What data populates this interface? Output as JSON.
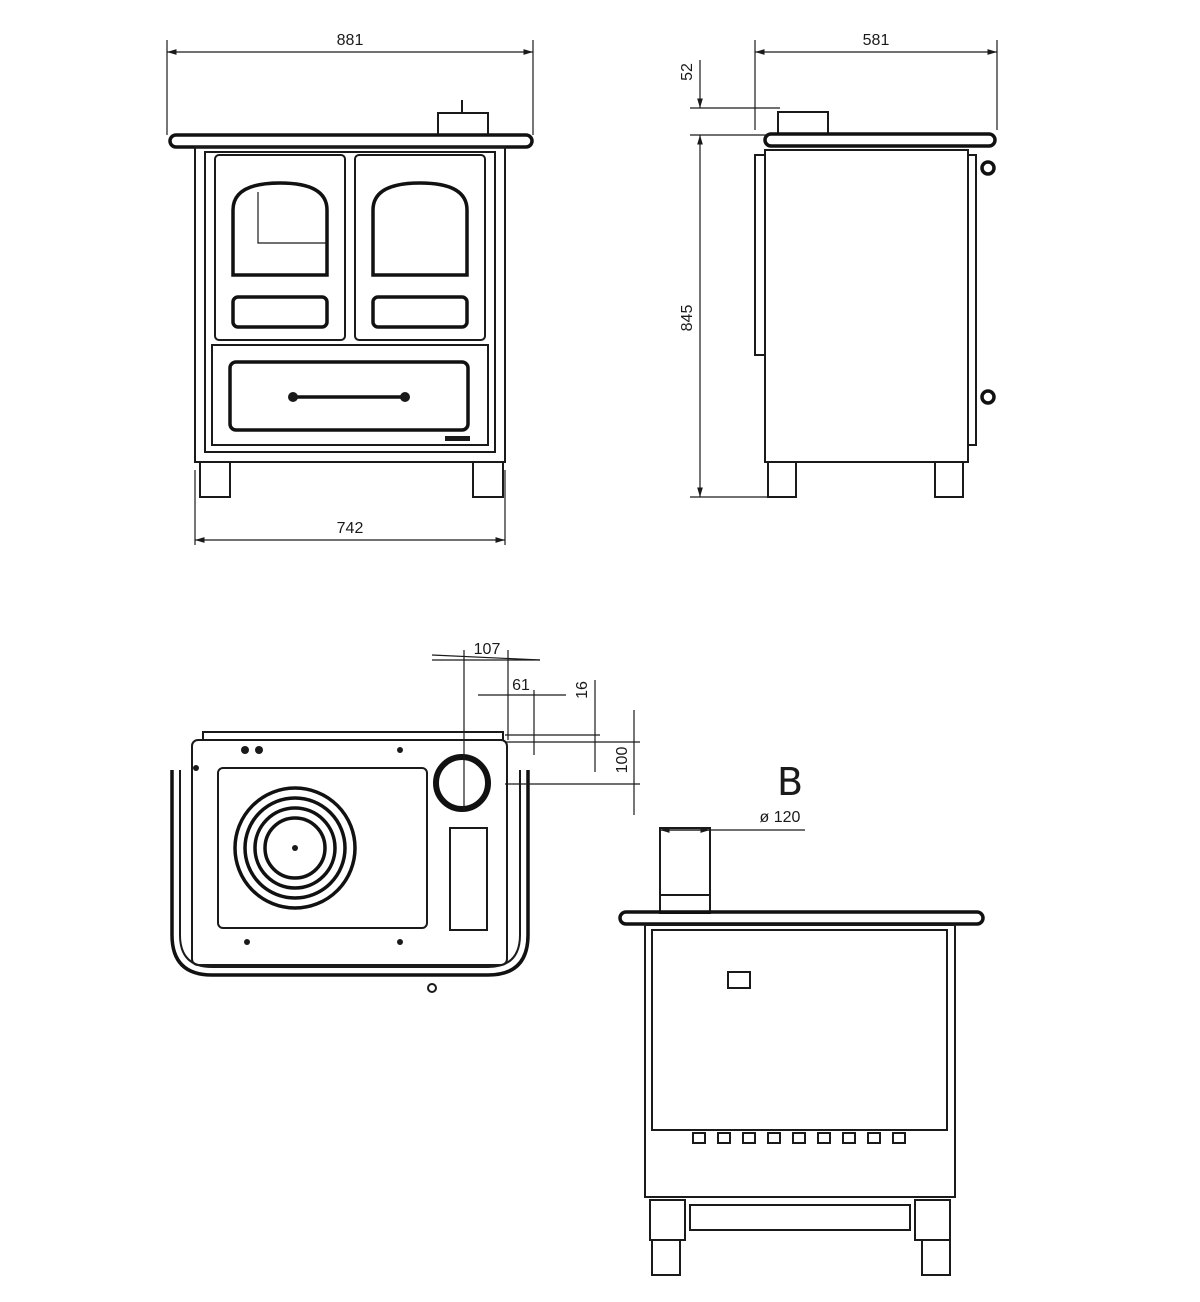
{
  "front_view": {
    "width_top": "881",
    "width_base": "742"
  },
  "side_view": {
    "depth": "581",
    "flue_height": "52",
    "height": "845"
  },
  "top_view": {
    "flue_offset_x": "107",
    "flue_offset_small": "61",
    "flue_offset_y_small": "16",
    "flue_offset_y": "100"
  },
  "rear_view": {
    "label": "B",
    "flue_diameter": "ø 120"
  }
}
